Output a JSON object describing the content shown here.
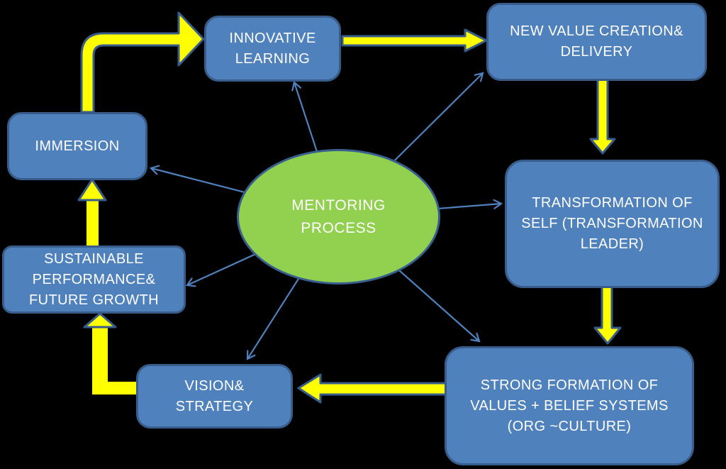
{
  "center": {
    "label": "MENTORING PROCESS",
    "lines": [
      "MENTORING",
      "PROCESS"
    ]
  },
  "nodes": {
    "immersion": {
      "label": "IMMERSION",
      "lines": [
        "IMMERSION"
      ]
    },
    "innovative_learning": {
      "label": "INNOVATIVE LEARNING",
      "lines": [
        "INNOVATIVE",
        "LEARNING"
      ]
    },
    "new_value": {
      "label": "NEW VALUE CREATION& DELIVERY",
      "lines": [
        "NEW VALUE CREATION&",
        "DELIVERY"
      ]
    },
    "transformation": {
      "label": "TRANSFORMATION OF SELF (TRANSFORMATION LEADER)",
      "lines": [
        "TRANSFORMATION OF",
        "SELF (TRANSFORMATION",
        "LEADER)"
      ]
    },
    "strong_formation": {
      "label": "STRONG FORMATION OF VALUES + BELIEF SYSTEMS (ORG ~CULTURE)",
      "lines": [
        "STRONG FORMATION OF",
        "VALUES + BELIEF SYSTEMS",
        "(ORG ~CULTURE)"
      ]
    },
    "vision_strategy": {
      "label": "VISION& STRATEGY",
      "lines": [
        "VISION&",
        "STRATEGY"
      ]
    },
    "sustainable": {
      "label": "SUSTAINABLE PERFORMANCE& FUTURE GROWTH",
      "lines": [
        "SUSTAINABLE",
        "PERFORMANCE&",
        "FUTURE GROWTH"
      ]
    }
  },
  "flow_cycle": [
    "IMMERSION",
    "INNOVATIVE LEARNING",
    "NEW VALUE CREATION& DELIVERY",
    "TRANSFORMATION OF SELF (TRANSFORMATION LEADER)",
    "STRONG FORMATION OF VALUES + BELIEF SYSTEMS (ORG ~CULTURE)",
    "VISION& STRATEGY",
    "SUSTAINABLE PERFORMANCE& FUTURE GROWTH"
  ],
  "hub_links_to": [
    "IMMERSION",
    "INNOVATIVE LEARNING",
    "NEW VALUE CREATION& DELIVERY",
    "TRANSFORMATION OF SELF (TRANSFORMATION LEADER)",
    "STRONG FORMATION OF VALUES + BELIEF SYSTEMS (ORG ~CULTURE)",
    "VISION& STRATEGY",
    "SUSTAINABLE PERFORMANCE& FUTURE GROWTH"
  ],
  "colors": {
    "background": "#000000",
    "node_fill": "#4F81BD",
    "node_border": "#385D8A",
    "center_fill": "#92D050",
    "cycle_arrow_fill": "#FFFF00",
    "cycle_arrow_outline": "#385D8A",
    "connector_line": "#4F81BD",
    "text": "#FFFFFF"
  }
}
